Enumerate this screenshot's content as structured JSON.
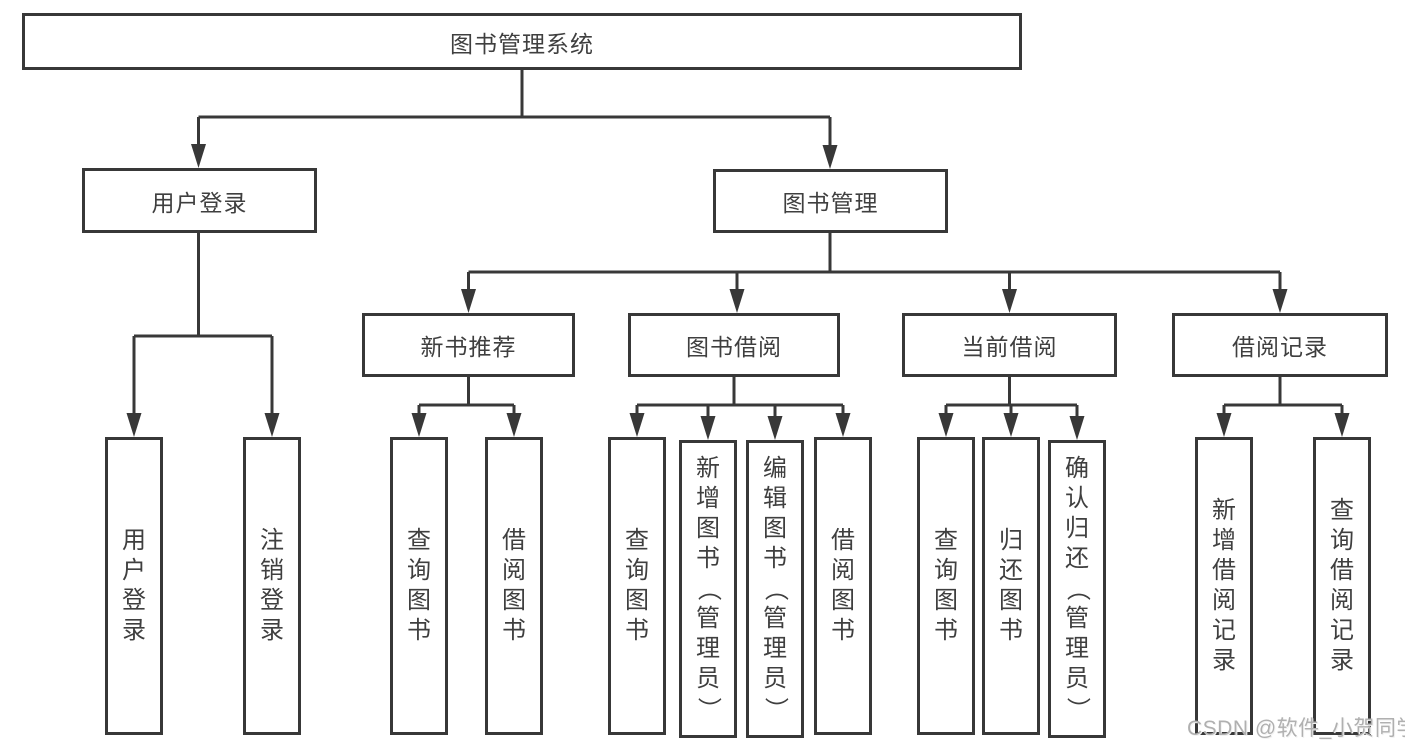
{
  "colors": {
    "line": "#383838",
    "box_border": "#383838",
    "text": "#3f3f3f",
    "watermark": "#b0b0b0",
    "background": "#ffffff"
  },
  "nodes": {
    "root": "图书管理系统",
    "user_login": "用户登录",
    "book_management": "图书管理",
    "new_book_recommend": "新书推荐",
    "book_borrowing": "图书借阅",
    "current_borrowing": "当前借阅",
    "borrowing_records": "借阅记录",
    "leaves": {
      "user_login": "用户登录",
      "logout": "注销登录",
      "rec_query_book": "查询图书",
      "rec_borrow_book": "借阅图书",
      "bor_query_book": "查询图书",
      "bor_add_book": "新增图书（管理员）",
      "bor_edit_book": "编辑图书（管理员）",
      "bor_borrow_book": "借阅图书",
      "cur_query_book": "查询图书",
      "cur_return_book": "归还图书",
      "cur_confirm_return": "确认归还（管理员）",
      "log_add_record": "新增借阅记录",
      "log_query_record": "查询借阅记录"
    }
  },
  "watermark": {
    "text": "CSDN @软件_小贺同学"
  }
}
